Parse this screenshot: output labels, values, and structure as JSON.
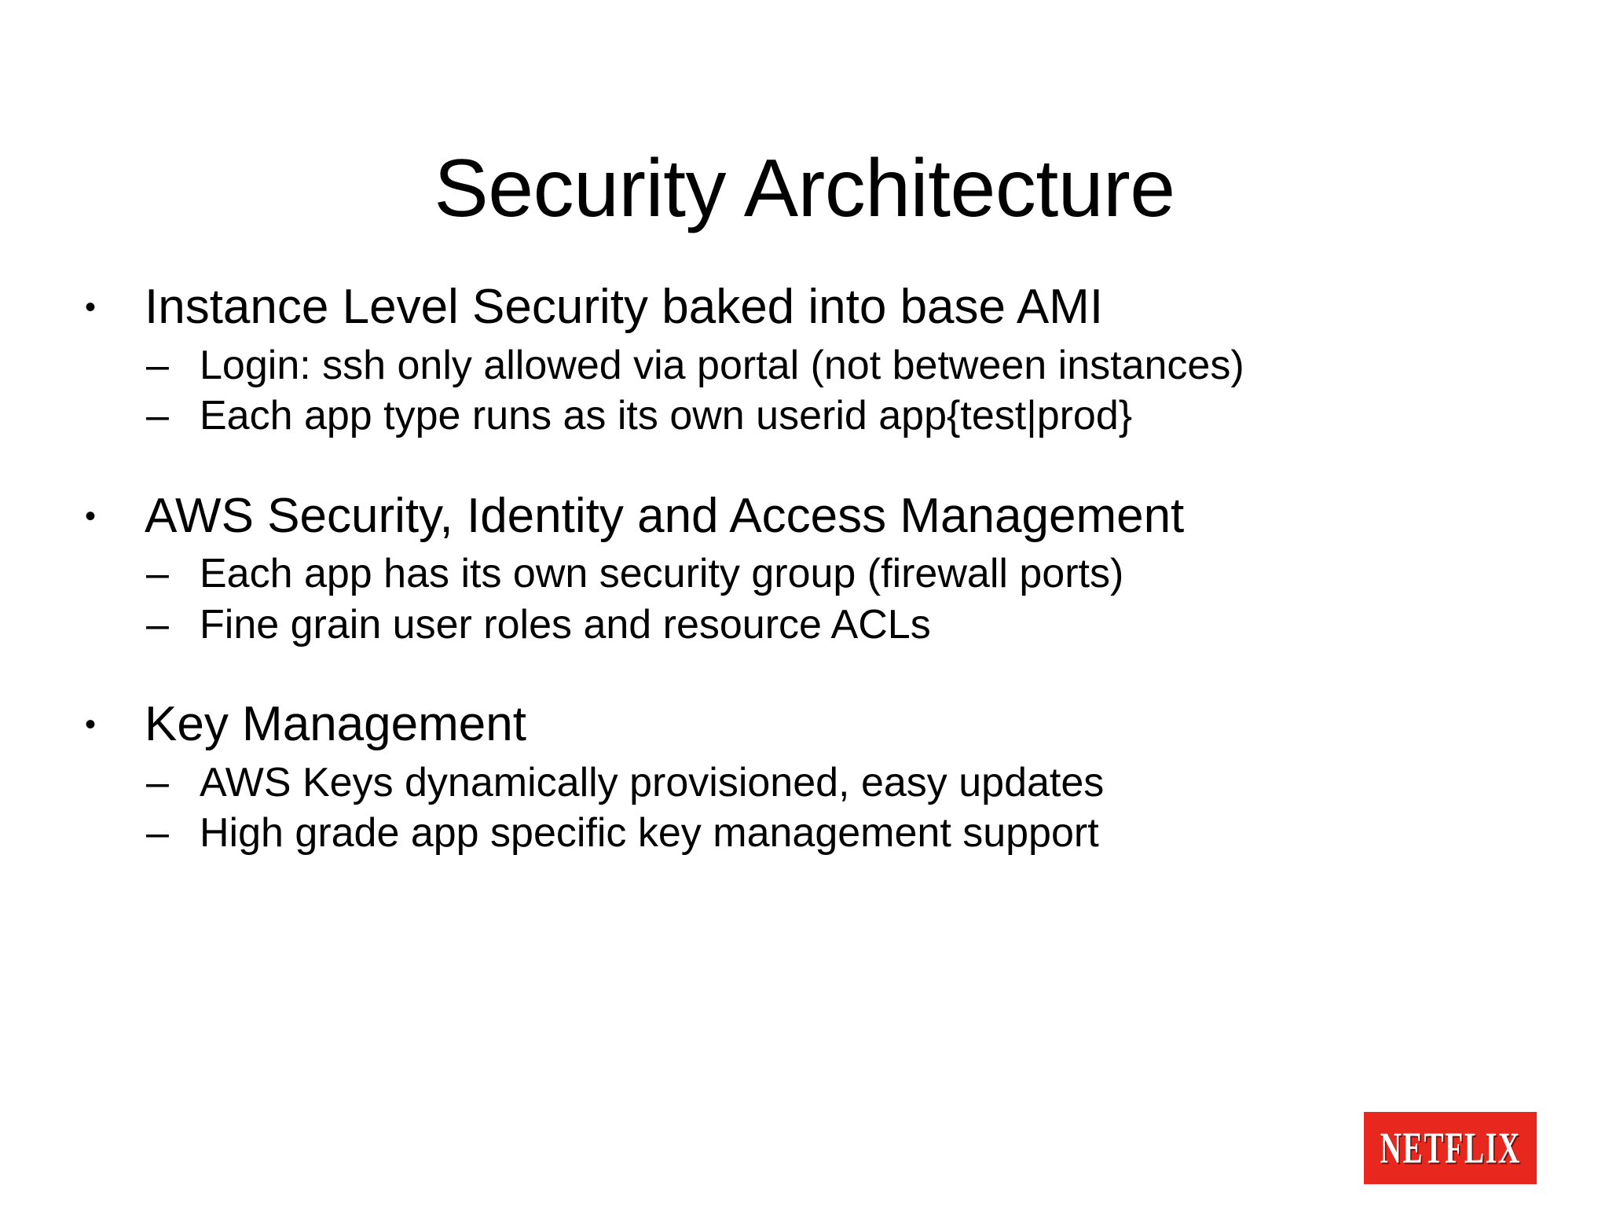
{
  "slide": {
    "title": "Security Architecture",
    "background_color": "#FFFFFF",
    "text_color": "#000000",
    "bullet_marker_level1": "•",
    "bullet_marker_level2": "–",
    "groups": [
      {
        "heading": "Instance Level Security baked into base AMI",
        "subpoints": [
          "Login: ssh only allowed via portal (not between instances)",
          "Each app type runs as its own userid app{test|prod}"
        ]
      },
      {
        "heading": "AWS Security, Identity and Access Management",
        "subpoints": [
          "Each app has its own security group (firewall ports)",
          "Fine grain user roles and resource ACLs"
        ]
      },
      {
        "heading": "Key Management",
        "subpoints": [
          "AWS Keys dynamically provisioned, easy updates",
          "High grade app specific key management support"
        ]
      }
    ]
  },
  "logo": {
    "wordmark": "NETFLIX",
    "background_color": "#E8281E",
    "text_color": "#FFFFFF"
  }
}
